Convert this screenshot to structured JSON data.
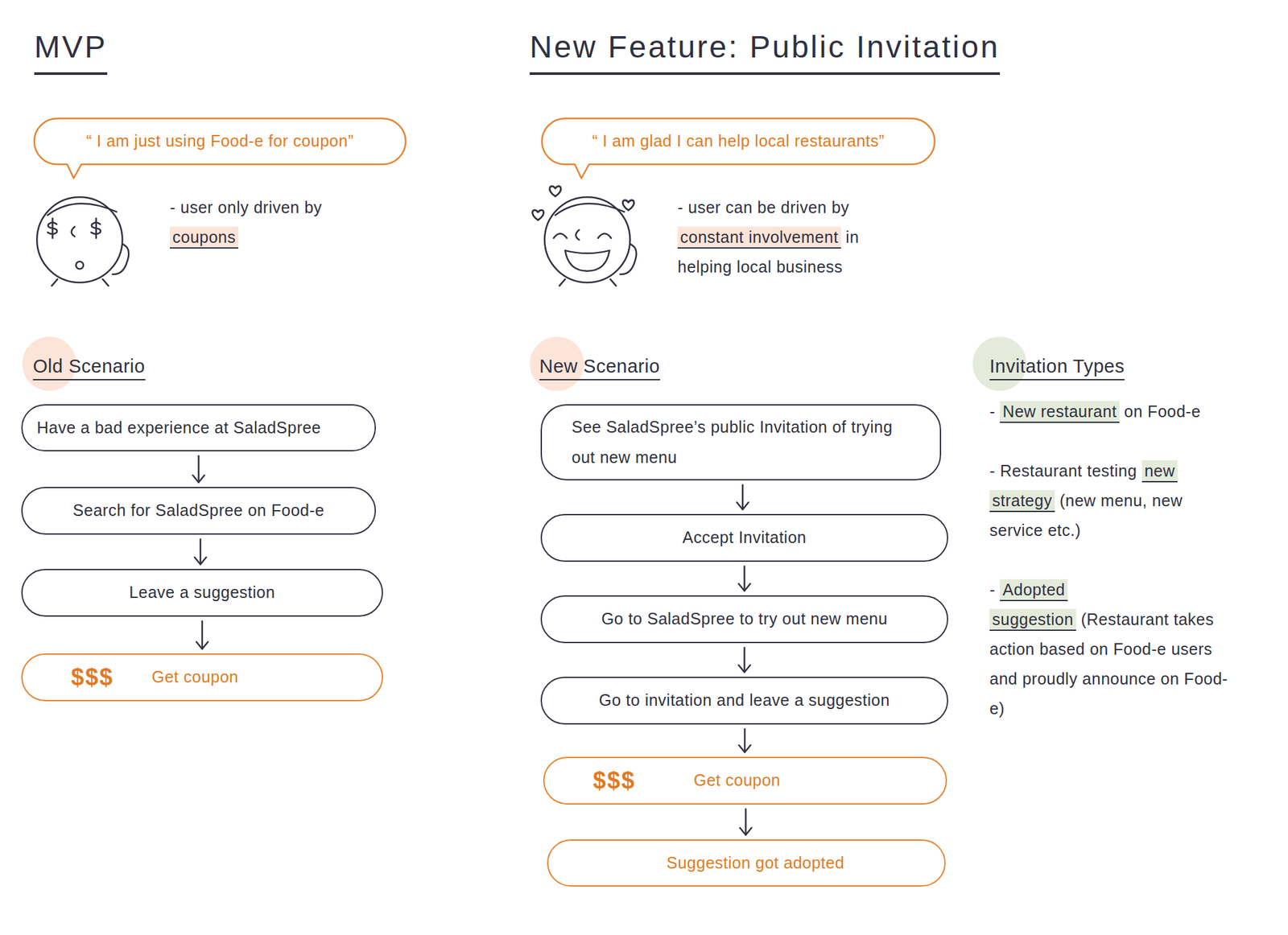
{
  "diagram": {
    "nodes": [
      {
        "text": [
          "“ I am just using Food-e for coupon”"
        ]
      },
      {
        "text": [
          "“ I am glad I can help local restaurants”"
        ]
      },
      {
        "text": [
          "Have a bad experience at SaladSpree"
        ]
      },
      {
        "text": [
          "Search for SaladSpree on Food-e"
        ]
      },
      {
        "text": [
          "Leave a suggestion"
        ]
      },
      {
        "text": [
          "$$$",
          "Get coupon"
        ]
      },
      {
        "text": [
          "See SaladSpree’s public Invitation of trying out new menu"
        ]
      },
      {
        "text": [
          "Accept Invitation"
        ]
      },
      {
        "text": [
          "Go to SaladSpree to try out new menu"
        ]
      },
      {
        "text": [
          "Go to invitation and leave a suggestion"
        ]
      },
      {
        "text": [
          "$$$",
          "Get coupon"
        ]
      },
      {
        "text": [
          "Suggestion got adopted"
        ]
      }
    ],
    "edges": [
      {
        "from": 2,
        "to": 3,
        "arrow": "to"
      },
      {
        "from": 3,
        "to": 4,
        "arrow": "to"
      },
      {
        "from": 4,
        "to": 5,
        "arrow": "to"
      },
      {
        "from": 6,
        "to": 7,
        "arrow": "to"
      },
      {
        "from": 7,
        "to": 8,
        "arrow": "to"
      },
      {
        "from": 8,
        "to": 9,
        "arrow": "to"
      },
      {
        "from": 9,
        "to": 10,
        "arrow": "to"
      },
      {
        "from": 10,
        "to": 11,
        "arrow": "to"
      }
    ],
    "labels": [
      "MVP",
      "New Feature: Public Invitation",
      "- user only driven by",
      "coupons",
      "- user can be driven by",
      "constant involvement",
      "in",
      "helping local business",
      "Old Scenario",
      "New Scenario",
      "Invitation Types",
      "-",
      "New restaurant",
      "on Food-e",
      "- Restaurant testing",
      "new strategy",
      "(new menu, new service etc.)",
      "-",
      "Adopted suggestion",
      "(Restaurant takes action based on Food-e users and proudly announce on Food-e)"
    ]
  }
}
